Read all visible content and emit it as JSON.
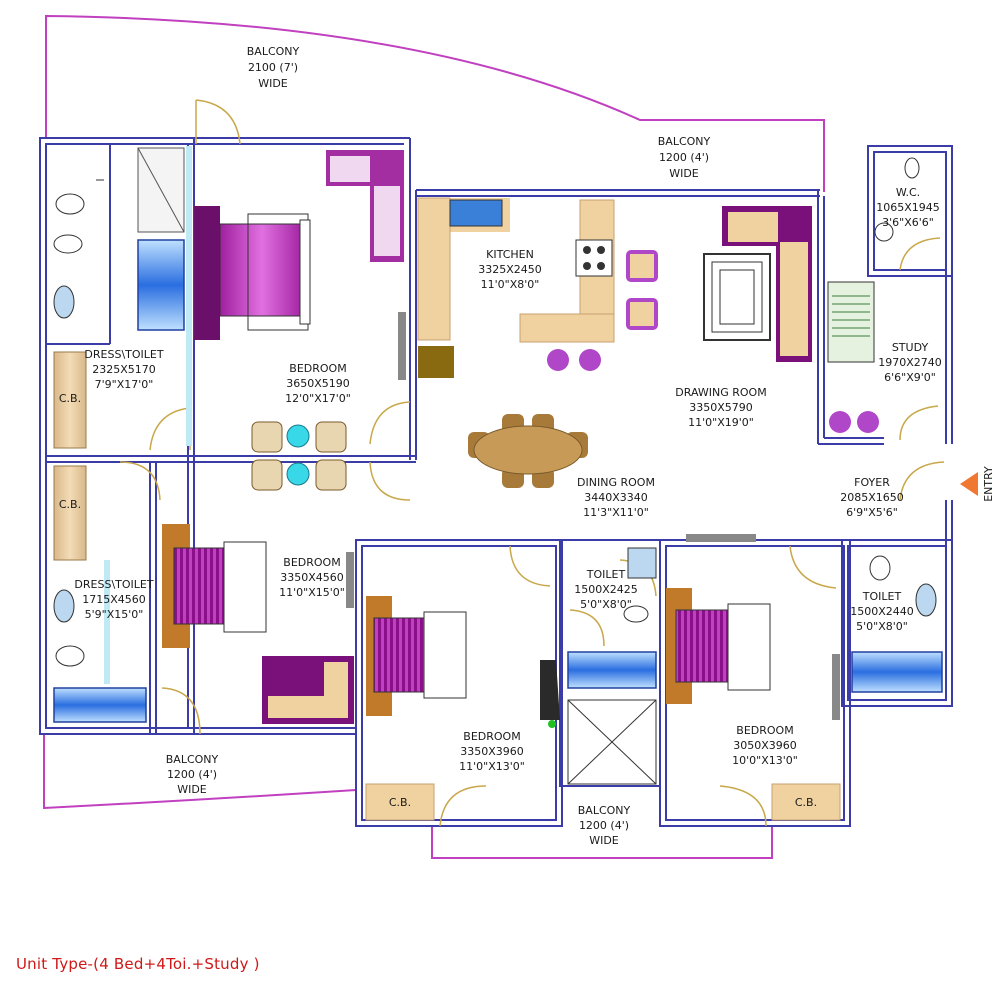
{
  "rooms": {
    "balcony_top": {
      "name": "BALCONY",
      "size": "2100 (7')",
      "note": "WIDE"
    },
    "balcony_mid": {
      "name": "BALCONY",
      "size": "1200 (4')",
      "note": "WIDE"
    },
    "kitchen": {
      "name": "KITCHEN",
      "metric": "3325X2450",
      "imperial": "11'0\"X8'0\""
    },
    "wc": {
      "name": "W.C.",
      "metric": "1065X1945",
      "imperial": "3'6\"X6'6\""
    },
    "study": {
      "name": "STUDY",
      "metric": "1970X2740",
      "imperial": "6'6\"X9'0\""
    },
    "dress_toilet_1": {
      "name": "DRESS\\TOILET",
      "metric": "2325X5170",
      "imperial": "7'9\"X17'0\""
    },
    "bedroom_1": {
      "name": "BEDROOM",
      "metric": "3650X5190",
      "imperial": "12'0\"X17'0\""
    },
    "drawing_room": {
      "name": "DRAWING ROOM",
      "metric": "3350X5790",
      "imperial": "11'0\"X19'0\""
    },
    "dining_room": {
      "name": "DINING ROOM",
      "metric": "3440X3340",
      "imperial": "11'3\"X11'0\""
    },
    "foyer": {
      "name": "FOYER",
      "metric": "2085X1650",
      "imperial": "6'9\"X5'6\""
    },
    "bedroom_2": {
      "name": "BEDROOM",
      "metric": "3350X4560",
      "imperial": "11'0\"X15'0\""
    },
    "dress_toilet_2": {
      "name": "DRESS\\TOILET",
      "metric": "1715X4560",
      "imperial": "5'9\"X15'0\""
    },
    "toilet_1": {
      "name": "TOILET",
      "metric": "1500X2425",
      "imperial": "5'0\"X8'0\""
    },
    "toilet_2": {
      "name": "TOILET",
      "metric": "1500X2440",
      "imperial": "5'0\"X8'0\""
    },
    "bedroom_3": {
      "name": "BEDROOM",
      "metric": "3350X3960",
      "imperial": "11'0\"X13'0\""
    },
    "bedroom_4": {
      "name": "BEDROOM",
      "metric": "3050X3960",
      "imperial": "10'0\"X13'0\""
    },
    "balcony_left": {
      "name": "BALCONY",
      "size": "1200 (4')",
      "note": "WIDE"
    },
    "balcony_bottom": {
      "name": "BALCONY",
      "size": "1200 (4')",
      "note": "WIDE"
    }
  },
  "labels": {
    "cb": "C.B.",
    "entry": "ENTRY"
  },
  "caption": "Unit Type-(4 Bed+4Toi.+Study )",
  "colors": {
    "wall": "#3c3ca8",
    "balcony_rail": "#c040c0",
    "door": "#c8a84a",
    "caption": "#d01818",
    "entry_arrow": "#f07830"
  }
}
